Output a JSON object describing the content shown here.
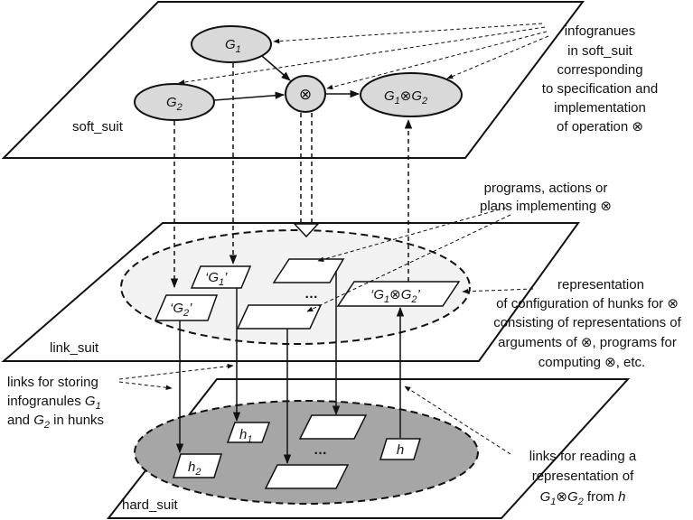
{
  "layers": {
    "soft": "soft_suit",
    "link": "link_suit",
    "hard": "hard_suit"
  },
  "nodes": {
    "g1": {
      "main": "G",
      "sub": "1"
    },
    "g2": {
      "main": "G",
      "sub": "2"
    },
    "op": "⊗",
    "result": {
      "a": "G",
      "a_sub": "1",
      "op": "⊗",
      "b": "G",
      "b_sub": "2"
    }
  },
  "link_items": {
    "g1_rep": {
      "pre": "‘G",
      "sub": "1",
      "post": "’"
    },
    "g2_rep": {
      "pre": "‘G",
      "sub": "2",
      "post": "’"
    },
    "result_rep": {
      "pre": "‘G",
      "sub1": "1",
      "mid": "⊗G",
      "sub2": "2",
      "post": "’"
    },
    "ellipsis": "…"
  },
  "hunks": {
    "h1": {
      "main": "h",
      "sub": "1"
    },
    "h2": {
      "main": "h",
      "sub": "2"
    },
    "h": "h",
    "ellipsis": "…"
  },
  "annotations": {
    "infogranules": [
      "infogranues",
      "in soft_suit",
      "corresponding",
      "to specification and",
      "implementation",
      "of operation ⊗"
    ],
    "programs": [
      "programs, actions or",
      "plans implementing  ⊗"
    ],
    "representation": [
      "representation",
      "of configuration of hunks  for ⊗",
      "consisting of representations of",
      "arguments of ⊗, programs for",
      "computing ⊗, etc."
    ],
    "storing": {
      "line1": "links for storing",
      "line2_pre": "infogranules ",
      "g1": "G",
      "g1_sub": "1",
      "line3_pre": "and ",
      "g2": "G",
      "g2_sub": "2",
      "line3_post": " in hunks"
    },
    "reading": {
      "line1": "links for reading a",
      "line2": "representation of",
      "line3_a": "G",
      "line3_a_sub": "1",
      "line3_op": "⊗",
      "line3_b": "G",
      "line3_b_sub": "2",
      "line3_post": " from ",
      "line3_h": "h"
    }
  },
  "colors": {
    "node_fill": "#d9d9d9",
    "link_ellipse_fill": "#f2f2f2",
    "hard_ellipse_fill": "#a6a6a6",
    "stroke": "#111111"
  }
}
